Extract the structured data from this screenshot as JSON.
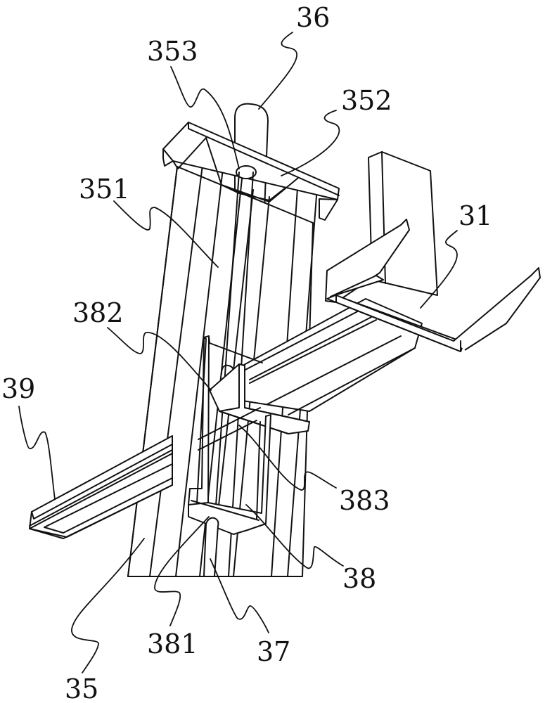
{
  "figure": {
    "type": "patent-line-drawing",
    "description": "Isometric view of a vertical column assembly with a sliding bracket, horizontal guide rail and fork-shaped support",
    "colors": {
      "line": "#111111",
      "background": "#ffffff"
    }
  },
  "labels": {
    "l36": {
      "text": "36",
      "part": "vertical rod (top)"
    },
    "l353": {
      "text": "353",
      "part": "rod hole in top plate"
    },
    "l352": {
      "text": "352",
      "part": "top plate"
    },
    "l351": {
      "text": "351",
      "part": "column side face"
    },
    "l31": {
      "text": "31",
      "part": "fork support"
    },
    "l382": {
      "text": "382",
      "part": "bracket side plate"
    },
    "l39": {
      "text": "39",
      "part": "guide rail"
    },
    "l383": {
      "text": "383",
      "part": "bracket cross plate"
    },
    "l35": {
      "text": "35",
      "part": "column"
    },
    "l381": {
      "text": "381",
      "part": "rod passage"
    },
    "l37": {
      "text": "37",
      "part": "vertical rod (lower)"
    },
    "l38": {
      "text": "38",
      "part": "sliding bracket"
    }
  }
}
